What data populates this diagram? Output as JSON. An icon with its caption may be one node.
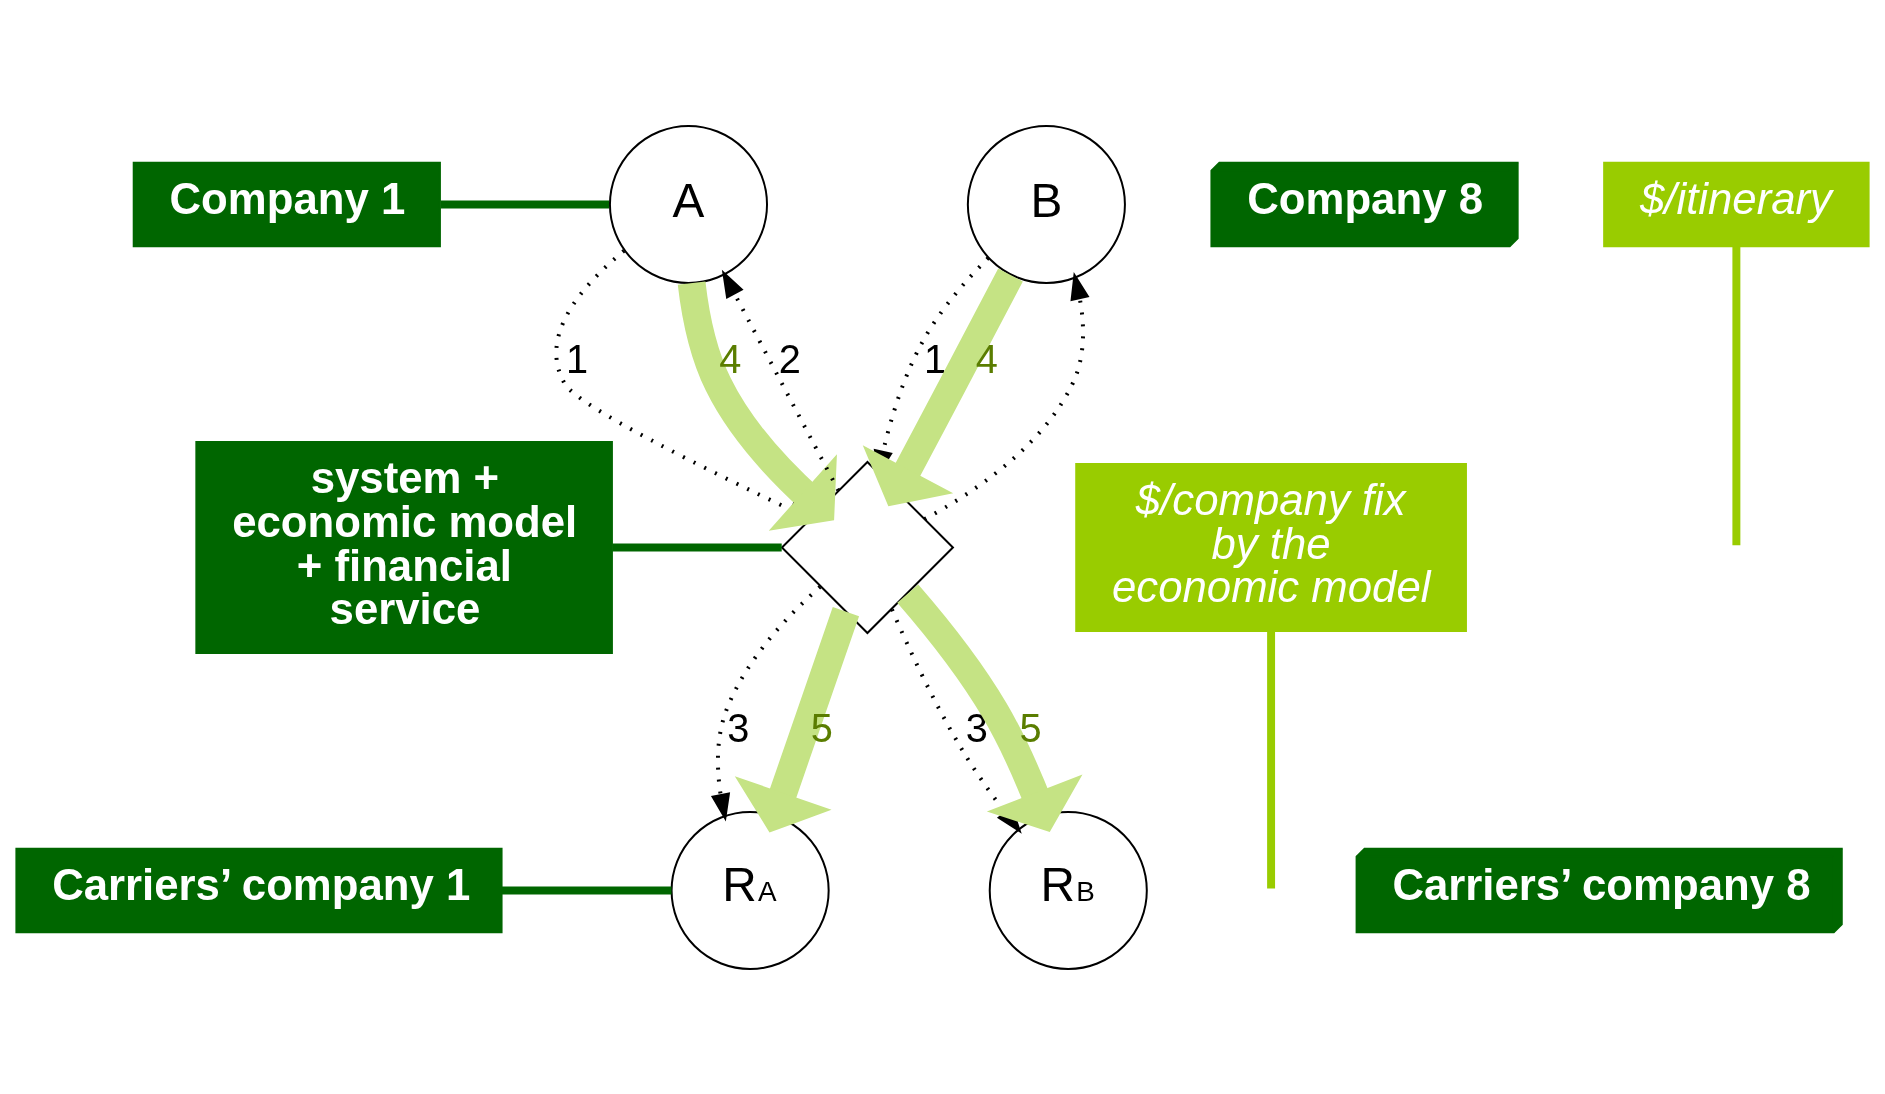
{
  "diagram": {
    "nodes": [
      {
        "text": [
          "Company 1"
        ]
      },
      {
        "text": [
          "Company 8"
        ]
      },
      {
        "text": [
          "A"
        ]
      },
      {
        "text": [
          "B"
        ]
      },
      {
        "text": [
          "system + economic model + financial service"
        ]
      },
      {
        "text": [
          "$/company fix by the economic model"
        ]
      },
      {
        "text": [],
        "shape": "diamond"
      },
      {
        "text": [
          "$/itinerary"
        ]
      },
      {
        "text": [
          "Carriers’ company 1"
        ]
      },
      {
        "text": [
          "Carriers’ company 8"
        ]
      },
      {
        "text": [
          "R$_{A}$"
        ]
      },
      {
        "text": [
          "R$_{B}$"
        ]
      }
    ],
    "edges": [
      {
        "from": 0,
        "to": 2,
        "arrow": "none",
        "color": "#006600"
      },
      {
        "from": 6,
        "to": 2,
        "arrow": "to",
        "style": "dashed",
        "label": "2"
      },
      {
        "from": 6,
        "to": 3,
        "arrow": "to",
        "style": "dashed"
      },
      {
        "from": 2,
        "to": 6,
        "arrow": "to",
        "style": "dashed",
        "label": "1"
      },
      {
        "from": 3,
        "to": 6,
        "arrow": "to",
        "style": "dashed",
        "label": "1"
      },
      {
        "from": 2,
        "to": 6,
        "arrow": "to",
        "style": "thick",
        "color": "#c5e384",
        "label": "4"
      },
      {
        "from": 3,
        "to": 6,
        "arrow": "to",
        "style": "thick",
        "color": "#c5e384",
        "label": "4"
      },
      {
        "from": 4,
        "to": 6,
        "arrow": "none",
        "color": "#006600"
      },
      {
        "from": 5,
        "to": null,
        "arrow": "none",
        "color": "#99cc00"
      },
      {
        "from": 6,
        "to": 10,
        "arrow": "to",
        "style": "dashed",
        "label": "3"
      },
      {
        "from": 6,
        "to": 11,
        "arrow": "to",
        "style": "dashed",
        "label": "3"
      },
      {
        "from": 6,
        "to": 10,
        "arrow": "to",
        "style": "thick",
        "color": "#c5e384",
        "label": "5"
      },
      {
        "from": 6,
        "to": 11,
        "arrow": "to",
        "style": "thick",
        "color": "#c5e384",
        "label": "5"
      },
      {
        "from": 7,
        "to": null,
        "arrow": "none",
        "color": "#99cc00"
      },
      {
        "from": 8,
        "to": 10,
        "arrow": "none",
        "color": "#006600"
      }
    ]
  }
}
